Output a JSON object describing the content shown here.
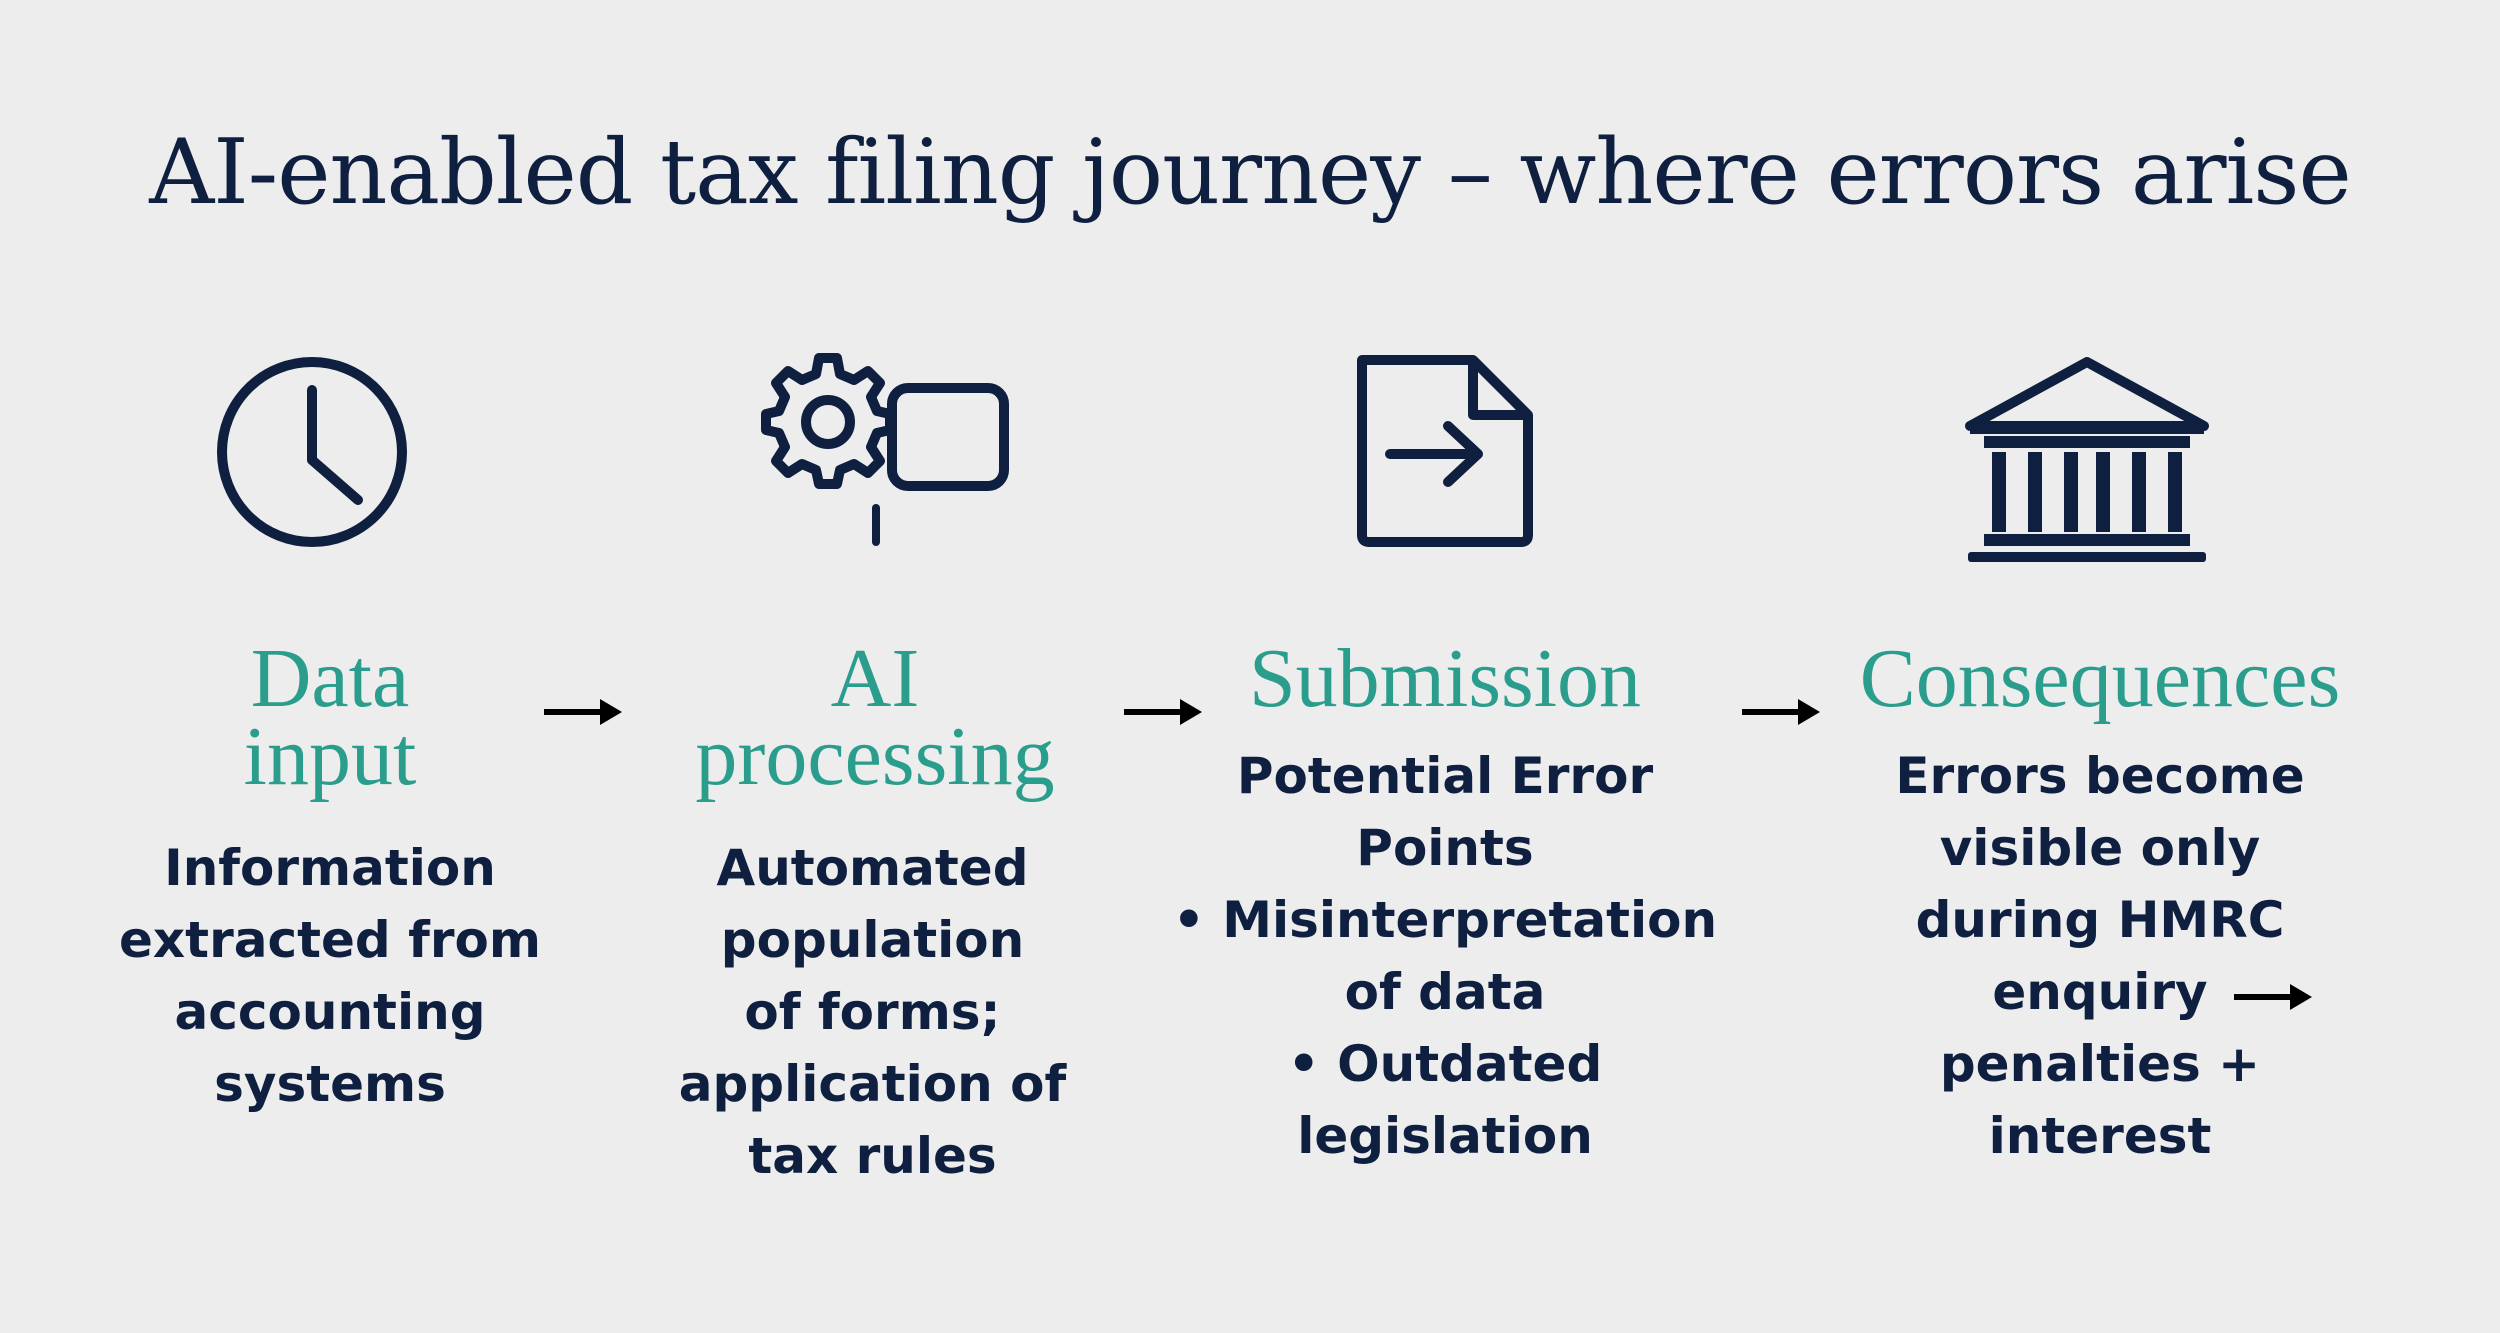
{
  "title": "AI-enabled tax filing journey – where errors arise",
  "colors": {
    "navy": "#0f1f40",
    "teal": "#2a9d8c",
    "background": "#ededed"
  },
  "steps": [
    {
      "icon": "clock-icon",
      "title_lines": [
        "Data",
        "input"
      ],
      "text_lines": [
        "Information",
        "extracted from",
        "accounting",
        "systems"
      ]
    },
    {
      "icon": "gear-window-icon",
      "title_lines": [
        "AI",
        "processing"
      ],
      "text_lines": [
        "Automated",
        "population",
        "of forms;",
        "application of",
        "tax rules"
      ]
    },
    {
      "icon": "document-arrow-icon",
      "title_lines": [
        "Submission"
      ],
      "text_lines": [
        "Potential Error",
        "Points",
        "• Misinterpretation",
        "of data",
        "• Outdated",
        "legislation"
      ]
    },
    {
      "icon": "bank-building-icon",
      "title_lines": [
        "Consequences"
      ],
      "text_lines": [
        "Errors become",
        "visible only",
        "during HMRC",
        "enquiry",
        "penalties +",
        "interest"
      ]
    }
  ]
}
